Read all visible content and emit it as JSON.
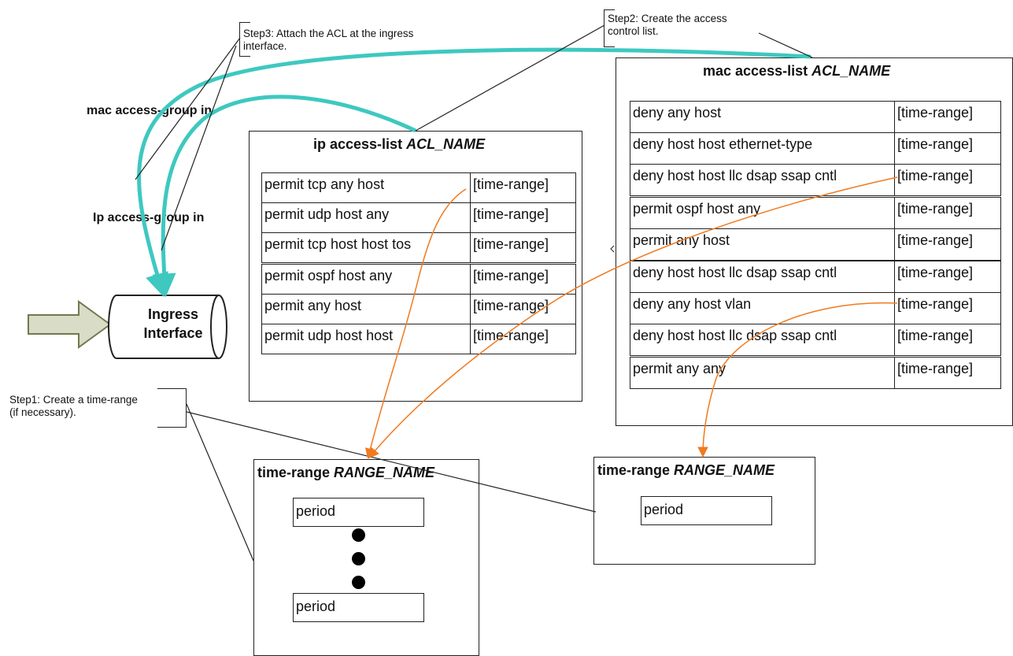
{
  "colors": {
    "acl_group_arrow": "#3ec8c0",
    "time_range_link": "#f07a20",
    "ingress_arrow_fill": "#d9dcc6",
    "ingress_arrow_stroke": "#6e7a4e",
    "line": "#222222"
  },
  "steps": {
    "step1": [
      "Step1: Create a time-range",
      "(if necessary)."
    ],
    "step2": [
      "Step2: Create the access",
      "control list."
    ],
    "step3": [
      "Step3: Attach the ACL at the ingress",
      "interface."
    ]
  },
  "commands": {
    "mac_group": "mac access-group in",
    "ip_group": "Ip access-group in"
  },
  "ingress": {
    "line1": "Ingress",
    "line2": "Interface"
  },
  "ip_acl": {
    "title_prefix": "ip access-list ",
    "title_name": "ACL_NAME",
    "rows": [
      {
        "rule": "permit tcp any host",
        "range": "[time-range]"
      },
      {
        "rule": "permit udp host any",
        "range": "[time-range]"
      },
      {
        "rule": "permit tcp host host tos",
        "range": "[time-range]"
      },
      {
        "rule": "permit ospf host any",
        "range": "[time-range]"
      },
      {
        "rule": "permit any host",
        "range": "[time-range]"
      },
      {
        "rule": "permit udp host host",
        "range": "[time-range]"
      }
    ]
  },
  "mac_acl": {
    "title_prefix": "mac access-list ",
    "title_name": "ACL_NAME",
    "rows": [
      {
        "rule": "deny any host",
        "range": "[time-range]"
      },
      {
        "rule": "deny host host ethernet-type",
        "range": "[time-range]"
      },
      {
        "rule": "deny host host llc dsap ssap cntl",
        "range": "[time-range]"
      },
      {
        "rule": "permit ospf host any",
        "range": "[time-range]"
      },
      {
        "rule": "permit any host",
        "range": "[time-range]"
      },
      {
        "rule": "deny host host llc dsap ssap cntl",
        "range": "[time-range]"
      },
      {
        "rule": "deny any host vlan",
        "range": "[time-range]"
      },
      {
        "rule": "deny host host llc dsap ssap cntl",
        "range": "[time-range]"
      },
      {
        "rule": "permit any any",
        "range": "[time-range]"
      }
    ]
  },
  "time_range_left": {
    "title_prefix": "time-range ",
    "title_name": "RANGE_NAME",
    "periods": [
      "period",
      "period"
    ]
  },
  "time_range_right": {
    "title_prefix": "time-range ",
    "title_name": "RANGE_NAME",
    "periods": [
      "period"
    ]
  }
}
